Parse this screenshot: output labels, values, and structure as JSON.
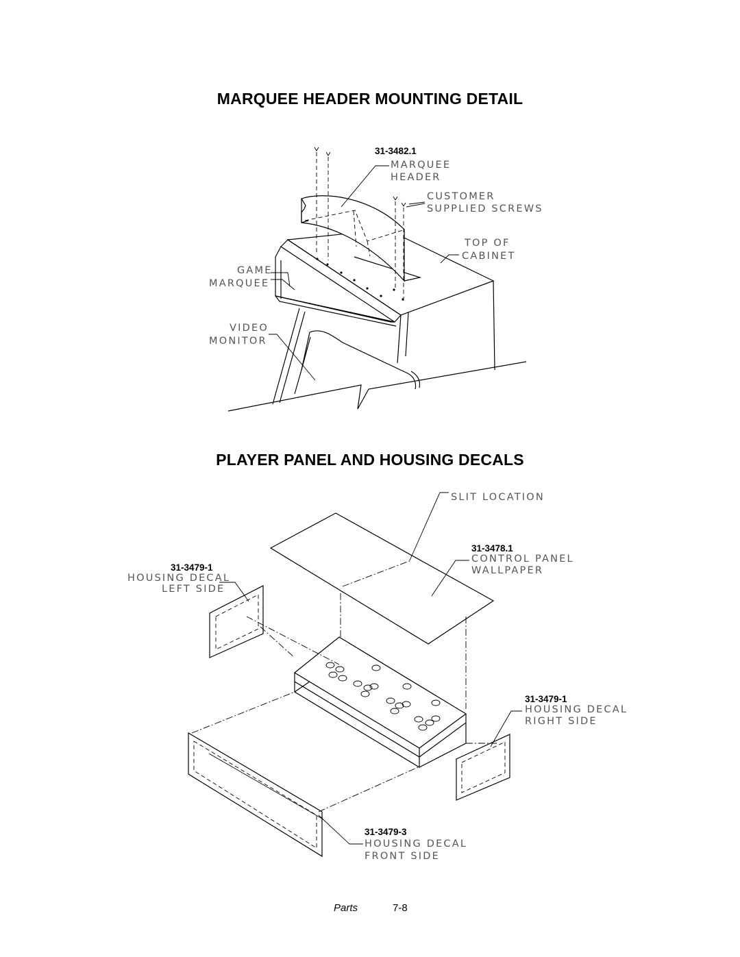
{
  "titles": {
    "marquee": "MARQUEE HEADER MOUNTING DETAIL",
    "decals": "PLAYER PANEL AND HOUSING DECALS"
  },
  "marquee_detail": {
    "header_part_number": "31-3482.1",
    "header_label_1": "MARQUEE",
    "header_label_2": "HEADER",
    "screws_label_1": "CUSTOMER",
    "screws_label_2": "SUPPLIED  SCREWS",
    "top_label_1": "TOP  OF",
    "top_label_2": "CABINET",
    "game_label_1": "GAME",
    "game_label_2": "MARQUEE",
    "video_label_1": "VIDEO",
    "video_label_2": "MONITOR"
  },
  "decals_detail": {
    "slit_label": "SLIT  LOCATION",
    "wallpaper_part_number": "31-3478.1",
    "wallpaper_label_1": "CONTROL  PANEL",
    "wallpaper_label_2": "WALLPAPER",
    "left_part_number": "31-3479-1",
    "left_label_1": "HOUSING  DECAL",
    "left_label_2": "LEFT  SIDE",
    "right_part_number": "31-3479-1",
    "right_label_1": "HOUSING  DECAL",
    "right_label_2": "RIGHT  SIDE",
    "front_part_number": "31-3479-3",
    "front_label_1": "HOUSING  DECAL",
    "front_label_2": "FRONT  SIDE"
  },
  "footer": {
    "section": "Parts",
    "page": "7-8"
  }
}
